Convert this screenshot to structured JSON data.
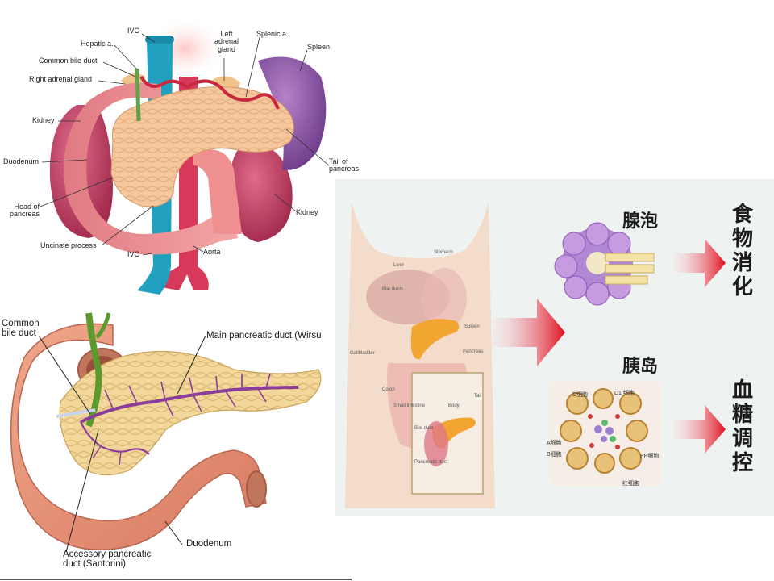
{
  "panel_a": {
    "labels": {
      "ivc_top": "IVC",
      "hepatic_a": "Hepatic a.",
      "common_bile_duct": "Common bile duct",
      "right_adrenal_gland": "Right adrenal gland",
      "kidney_left": "Kidney",
      "duodenum": "Duodenum",
      "head_of_pancreas": "Head of\npancreas",
      "uncinate_process": "Uncinate process",
      "ivc_bottom": "IVC",
      "aorta": "Aorta",
      "left_adrenal_gland": "Left\nadrenal\ngland",
      "splenic_a": "Splenic a.",
      "spleen": "Spleen",
      "tail_of_pancreas": "Tail of\npancreas",
      "kidney_right": "Kidney"
    }
  },
  "panel_b": {
    "labels": {
      "common_bile_duct": "Common\nbile duct",
      "main_pancreatic_duct": "Main pancreatic duct (Wirsu",
      "duodenum": "Duodenum",
      "accessory_pancreatic_duct": "Accessory pancreatic\nduct (Santorini)"
    }
  },
  "panel_c": {
    "acinus_label": "腺泡",
    "islet_label": "胰岛",
    "function_digestion": "食物消化",
    "function_blood_sugar": "血糖调控",
    "cell_labels": {
      "d": "D细胞",
      "d1": "D1 细胞",
      "a": "A细胞",
      "b": "B细胞",
      "pp": "PP细胞",
      "red": "红细胞"
    },
    "body_labels": {
      "liver": "Liver",
      "stomach": "Stomach",
      "bile_ducts": "Bile ducts",
      "spleen": "Spleen",
      "gallbladder": "Gallbladder",
      "pancreas": "Pancreas",
      "colon": "Colon",
      "small_intestine": "Small intestine",
      "tail": "Tail",
      "body": "Body",
      "bile_duct": "Bile duct",
      "pancreatic_duct": "Pancreatic duct"
    }
  }
}
